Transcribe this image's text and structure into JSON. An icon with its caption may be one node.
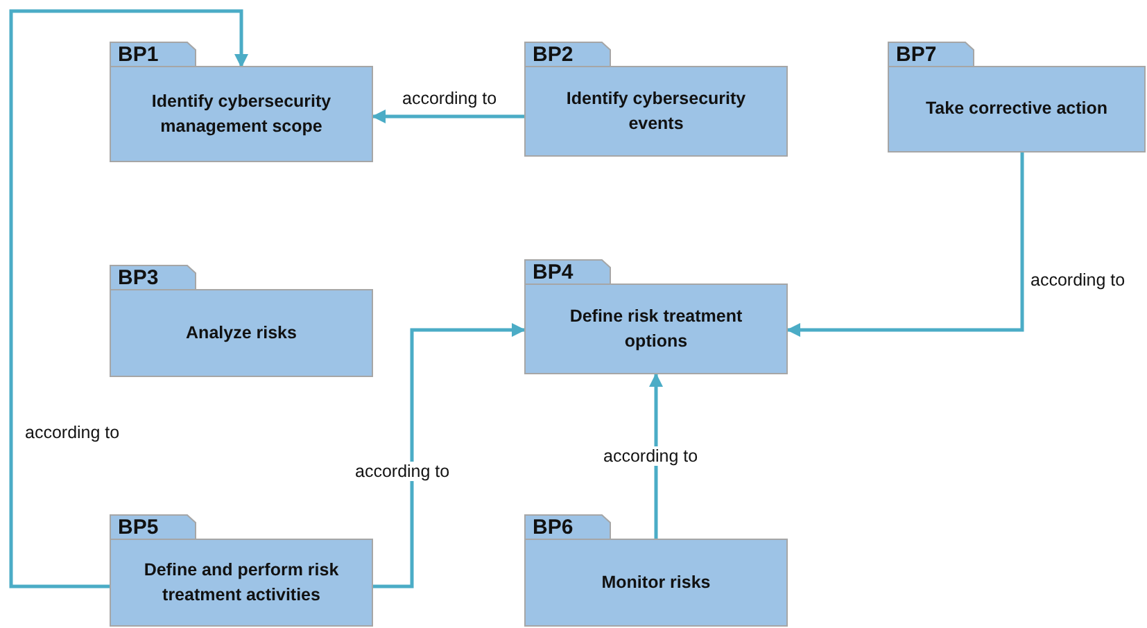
{
  "diagram": {
    "nodes": [
      {
        "text": [
          "BP1",
          "Identify cybersecurity management scope"
        ]
      },
      {
        "text": [
          "BP2",
          "Identify cybersecurity events"
        ]
      },
      {
        "text": [
          "BP7",
          "Take corrective action"
        ]
      },
      {
        "text": [
          "BP3",
          "Analyze risks"
        ]
      },
      {
        "text": [
          "BP4",
          "Define risk treatment options"
        ]
      },
      {
        "text": [
          "BP5",
          "Define and perform risk treatment activities"
        ]
      },
      {
        "text": [
          "BP6",
          "Monitor risks"
        ]
      }
    ],
    "edges": [
      {
        "from": 1,
        "to": 0,
        "arrow": "to",
        "label": "according to"
      },
      {
        "from": 2,
        "to": 4,
        "arrow": "to",
        "label": "according to"
      },
      {
        "from": 6,
        "to": 4,
        "arrow": "to",
        "label": "according to"
      },
      {
        "from": 5,
        "to": 4,
        "arrow": "to",
        "label": "according to"
      },
      {
        "from": 5,
        "to": 0,
        "arrow": "to",
        "label": "according to"
      }
    ]
  }
}
